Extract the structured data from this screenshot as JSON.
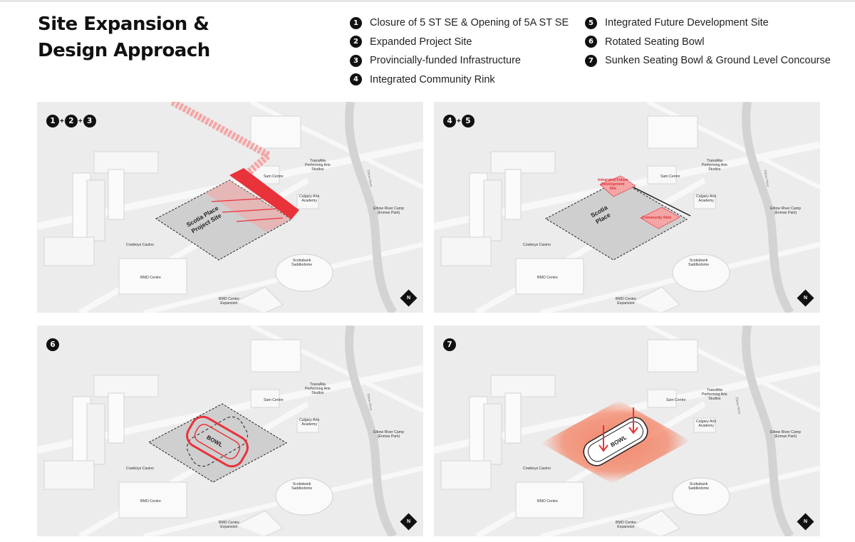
{
  "title_line1": "Site Expansion &",
  "title_line2": "Design Approach",
  "legend": [
    {
      "n": "1",
      "text": "Closure of 5 ST SE & Opening of 5A ST SE"
    },
    {
      "n": "2",
      "text": "Expanded Project Site"
    },
    {
      "n": "3",
      "text": "Provincially-funded Infrastructure"
    },
    {
      "n": "4",
      "text": "Integrated Community Rink"
    },
    {
      "n": "5",
      "text": "Integrated Future Development Site"
    },
    {
      "n": "6",
      "text": "Rotated Seating Bowl"
    },
    {
      "n": "7",
      "text": "Sunken Seating Bowl & Ground Level Concourse"
    }
  ],
  "panels": [
    {
      "badges": [
        "1",
        "2",
        "3"
      ],
      "site_label": "Scotia Place\nProject Site"
    },
    {
      "badges": [
        "4",
        "5"
      ],
      "site_label": "Scotia\nPlace",
      "integrated_label": "Integrated Future\nDevelopment\nSite",
      "rink_label": "Community Rink"
    },
    {
      "badges": [
        "6"
      ],
      "bowl_label": "BOWL"
    },
    {
      "badges": [
        "7"
      ],
      "bowl_label": "BOWL"
    }
  ],
  "places": {
    "sam_centre": "Sam Centre",
    "transalta": "TransAlta\nPerforming Arts\nStudios",
    "calgary_arts": "Calgary Arts\nAcademy",
    "elbow_river": "Elbow River Camp\n(Enmax Park)",
    "cowboys": "Cowboys Casino",
    "bmo_centre": "BMO Centre",
    "bmo_expansion": "BMO Centre\nExpansion",
    "saddledome": "Scotiabank\nSaddledome",
    "elbow_river_street": "Elbow River"
  },
  "colors": {
    "accent": "#e8333b",
    "light_accent": "#f4a6a6",
    "bowl_zone": "#f47c5c"
  },
  "north_label": "N"
}
